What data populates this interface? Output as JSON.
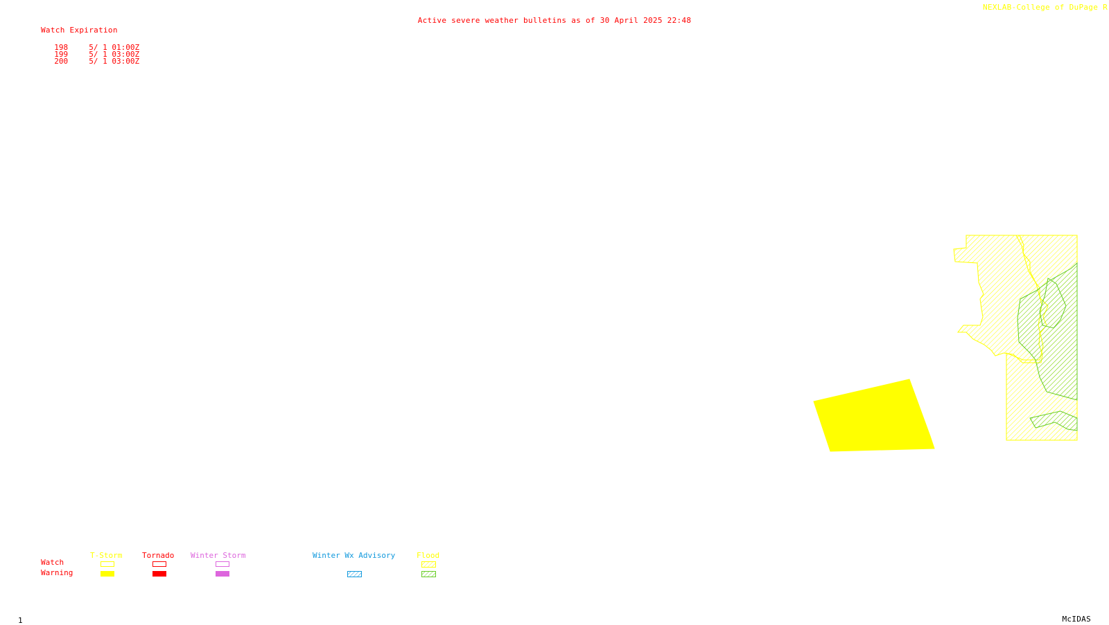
{
  "header": {
    "title": "Active severe weather bulletins as of 30 April 2025 22:48",
    "credit": "NEXLAB-College of DuPage R",
    "title_color": "#ff0000",
    "credit_color": "#ffff00"
  },
  "watch_table": {
    "header": "Watch Expiration",
    "color": "#ff0000",
    "rows": [
      {
        "id": "198",
        "expires": "5/ 1 01:00Z"
      },
      {
        "id": "199",
        "expires": "5/ 1 03:00Z"
      },
      {
        "id": "200",
        "expires": "5/ 1 03:00Z"
      }
    ]
  },
  "legend": {
    "row_labels": {
      "watch": "Watch",
      "warning": "Warning"
    },
    "categories": [
      {
        "label": "T-Storm",
        "color": "#ffff00"
      },
      {
        "label": "Tornado",
        "color": "#ff0000"
      },
      {
        "label": "Winter Storm",
        "color": "#dd66dd"
      },
      {
        "label": "Winter Wx Advisory",
        "color": "#1199dd"
      },
      {
        "label": "Flood",
        "color": "#ffff00"
      }
    ],
    "flood_warning_color": "#66cc22"
  },
  "map_colors": {
    "tstorm_warning": "#ffff00",
    "flood_watch": "#ffff00",
    "flood_warning": "#66cc22"
  },
  "footer": {
    "frame_number": "1",
    "software": "McIDAS"
  }
}
